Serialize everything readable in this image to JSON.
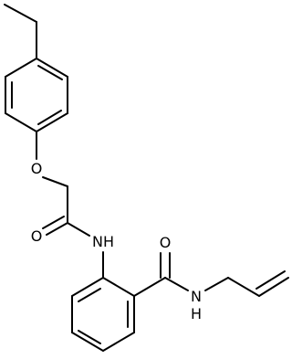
{
  "diagram": {
    "type": "chemical-structure",
    "atom_labels": {
      "ether_oxygen": "O",
      "amide1_oxygen": "O",
      "amide1_nitrogen": "NH",
      "amide2_oxygen": "O",
      "amide2_nitrogen": "N",
      "amide2_nitrogen_h": "H"
    },
    "colors": {
      "bond": "#000000",
      "label": "#000000",
      "background": "#ffffff"
    }
  }
}
